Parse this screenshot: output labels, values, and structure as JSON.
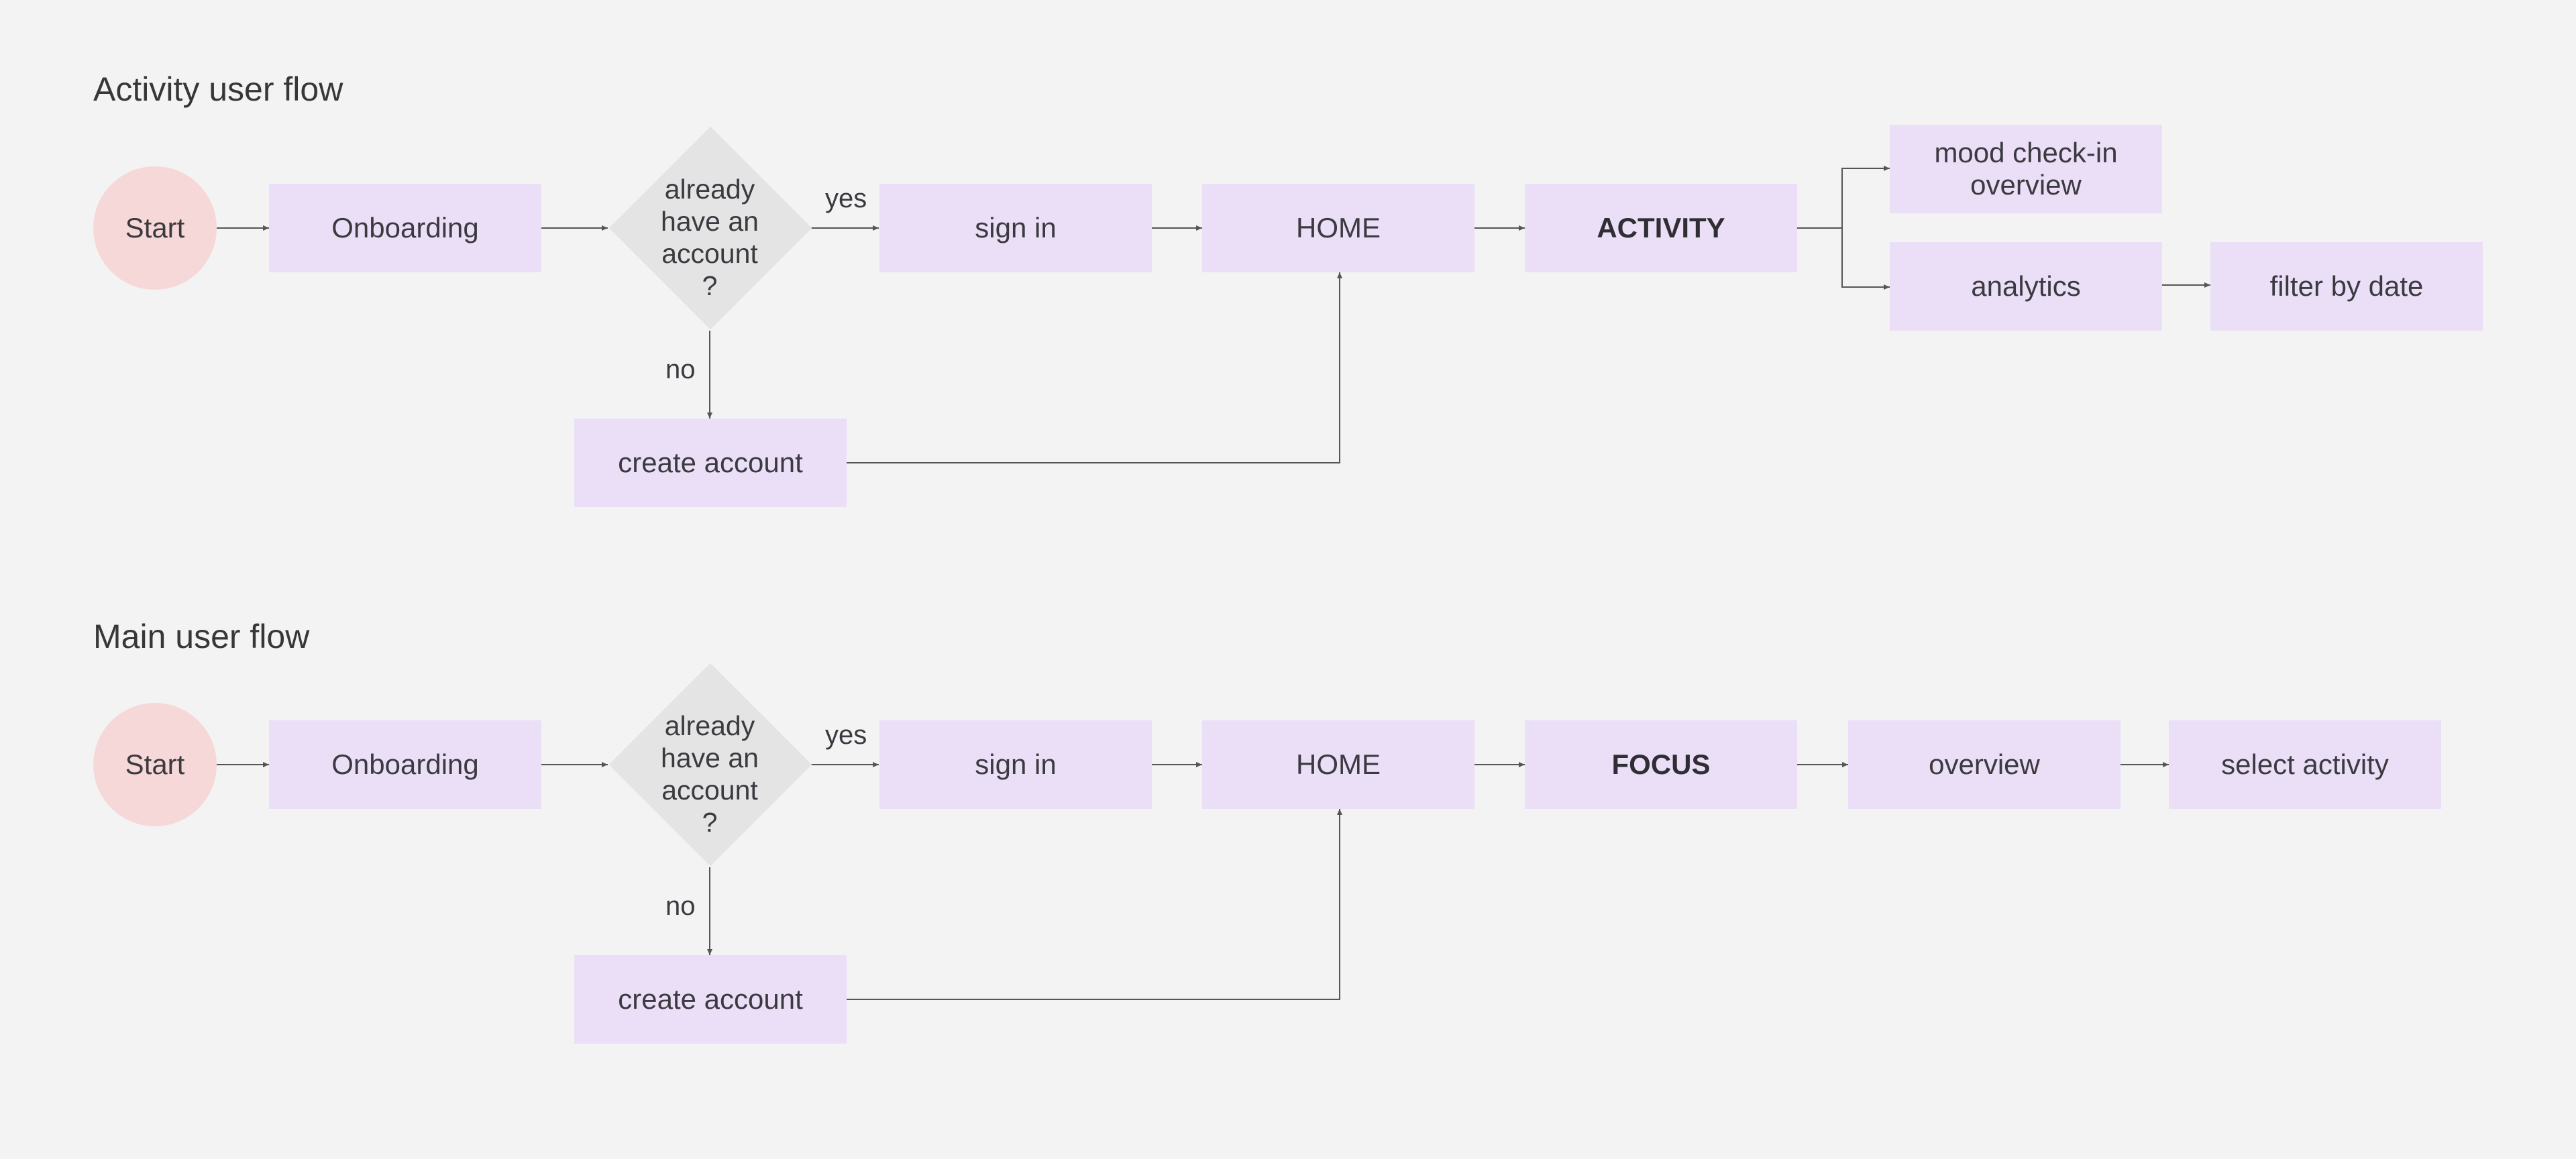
{
  "colors": {
    "background": "#f3f3f3",
    "box": "#ebdff7",
    "start": "#f7d8d8",
    "decision": "#e4e4e4",
    "line": "#555555"
  },
  "flows": [
    {
      "title": "Activity user flow",
      "nodes": {
        "start": "Start",
        "onboarding": "Onboarding",
        "decision": [
          "already",
          "have an",
          "account",
          "?"
        ],
        "yes": "yes",
        "no": "no",
        "sign_in": "sign in",
        "home": "HOME",
        "feature": "ACTIVITY",
        "create_account": "create account",
        "mood_checkin": [
          "mood check-in",
          "overview"
        ],
        "analytics": "analytics",
        "filter_by_date": "filter by date"
      }
    },
    {
      "title": "Main user flow",
      "nodes": {
        "start": "Start",
        "onboarding": "Onboarding",
        "decision": [
          "already",
          "have an",
          "account",
          "?"
        ],
        "yes": "yes",
        "no": "no",
        "sign_in": "sign in",
        "home": "HOME",
        "feature": "FOCUS",
        "create_account": "create account",
        "overview": "overview",
        "select_activity": "select activity"
      }
    }
  ]
}
